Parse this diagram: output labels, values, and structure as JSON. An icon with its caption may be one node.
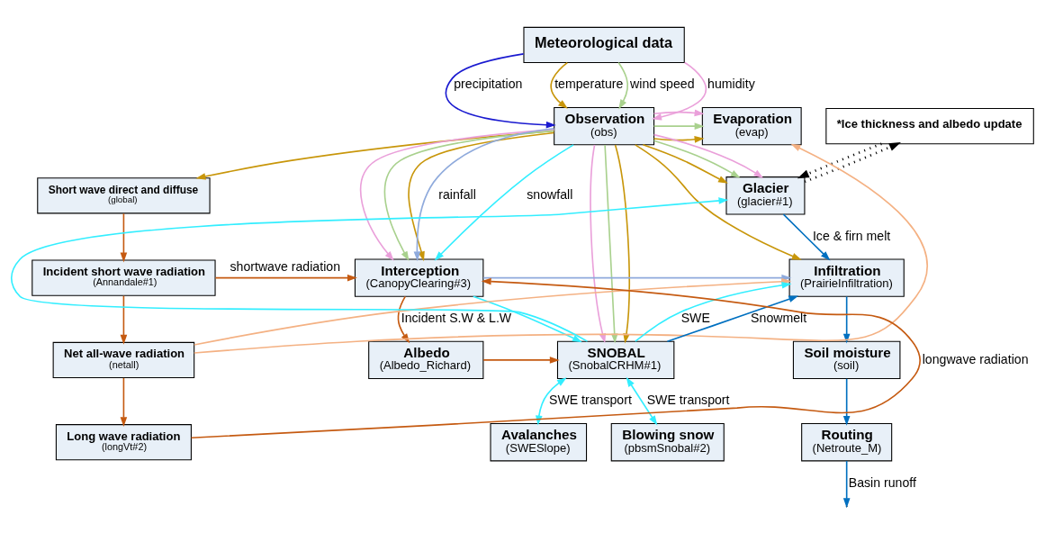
{
  "diagram": {
    "nodes": [
      {
        "text": [
          "Meteorological data"
        ]
      },
      {
        "text": [
          "Observation",
          "(obs)"
        ]
      },
      {
        "text": [
          "Evaporation",
          "(evap)"
        ]
      },
      {
        "text": [
          "*Ice thickness and albedo update"
        ]
      },
      {
        "text": [
          "Glacier",
          "(glacier#1)"
        ]
      },
      {
        "text": [
          "Short wave direct and diffuse",
          "(global)"
        ]
      },
      {
        "text": [
          "Incident short wave radiation",
          "(Annandale#1)"
        ]
      },
      {
        "text": [
          "Interception",
          "(CanopyClearing#3)"
        ]
      },
      {
        "text": [
          "Infiltration",
          "(PrairieInfiltration)"
        ]
      },
      {
        "text": [
          "Net all-wave radiation",
          "(netall)"
        ]
      },
      {
        "text": [
          "Albedo",
          "(Albedo_Richard)"
        ]
      },
      {
        "text": [
          "SNOBAL",
          "(SnobalCRHM#1)"
        ]
      },
      {
        "text": [
          "Soil moisture",
          "(soil)"
        ]
      },
      {
        "text": [
          "Long wave radiation",
          "(longVt#2)"
        ]
      },
      {
        "text": [
          "Avalanches",
          "(SWESlope)"
        ]
      },
      {
        "text": [
          "Blowing snow",
          "(pbsmSnobal#2)"
        ]
      },
      {
        "text": [
          "Routing",
          "(Netroute_M)"
        ]
      }
    ],
    "edges": [
      {
        "from": 0,
        "to": 1,
        "arrow": "to",
        "label": "precipitation",
        "color": "#1a1ad0"
      },
      {
        "from": 0,
        "to": 1,
        "arrow": "to",
        "label": "temperature",
        "color": "#c8960a"
      },
      {
        "from": 0,
        "to": 1,
        "arrow": "to",
        "label": "wind speed",
        "color": "#a9d18e"
      },
      {
        "from": 0,
        "to": 1,
        "arrow": "to",
        "label": "humidity",
        "color": "#eaa0da"
      },
      {
        "from": 1,
        "to": 5,
        "arrow": "to",
        "color": "#c8960a"
      },
      {
        "from": 1,
        "to": 7,
        "arrow": "to",
        "color": "#eaa0da"
      },
      {
        "from": 1,
        "to": 7,
        "arrow": "to",
        "color": "#a9d18e"
      },
      {
        "from": 1,
        "to": 7,
        "arrow": "to",
        "color": "#c8960a"
      },
      {
        "from": 1,
        "to": 7,
        "arrow": "to",
        "label": "rainfall",
        "color": "#8faadc"
      },
      {
        "from": 1,
        "to": 7,
        "arrow": "to",
        "label": "snowfall",
        "color": "#33eeff"
      },
      {
        "from": 1,
        "to": 2,
        "arrow": "to",
        "color": "#c8960a"
      },
      {
        "from": 1,
        "to": 2,
        "arrow": "to",
        "color": "#a9d18e"
      },
      {
        "from": 1,
        "to": 2,
        "arrow": "to",
        "color": "#eaa0da"
      },
      {
        "from": 1,
        "to": 4,
        "arrow": "to",
        "color": "#c8960a"
      },
      {
        "from": 1,
        "to": 4,
        "arrow": "to",
        "color": "#a9d18e"
      },
      {
        "from": 1,
        "to": 4,
        "arrow": "to",
        "color": "#eaa0da"
      },
      {
        "from": 1,
        "to": 11,
        "arrow": "to",
        "color": "#eaa0da"
      },
      {
        "from": 1,
        "to": 11,
        "arrow": "to",
        "color": "#a9d18e"
      },
      {
        "from": 1,
        "to": 11,
        "arrow": "to",
        "color": "#c8960a"
      },
      {
        "from": 1,
        "to": 8,
        "arrow": "to",
        "color": "#c8960a"
      },
      {
        "from": 9,
        "to": 2,
        "arrow": "to",
        "color": "#f4b183"
      },
      {
        "from": 9,
        "to": 8,
        "arrow": "to",
        "color": "#f4b183"
      },
      {
        "from": 5,
        "to": 6,
        "arrow": "to",
        "color": "#c55a11"
      },
      {
        "from": 6,
        "to": 9,
        "arrow": "to",
        "color": "#c55a11"
      },
      {
        "from": 9,
        "to": 13,
        "arrow": "to",
        "color": "#c55a11"
      },
      {
        "from": 6,
        "to": 7,
        "arrow": "to",
        "label": "shortwave radiation",
        "color": "#c55a11"
      },
      {
        "from": 13,
        "to": 7,
        "arrow": "to",
        "label": "longwave radiation",
        "color": "#c55a11"
      },
      {
        "from": 7,
        "to": 10,
        "arrow": "to",
        "label": "Incident S.W & L.W",
        "color": "#c55a11"
      },
      {
        "from": 7,
        "to": 8,
        "arrow": "to",
        "color": "#8faadc"
      },
      {
        "from": 7,
        "to": 11,
        "arrow": "to",
        "color": "#33eeff"
      },
      {
        "from": 10,
        "to": 11,
        "arrow": "to",
        "color": "#c55a11"
      },
      {
        "from": 11,
        "to": 8,
        "arrow": "to",
        "label": "SWE",
        "color": "#33eeff"
      },
      {
        "from": 11,
        "to": 4,
        "arrow": "to",
        "color": "#33eeff"
      },
      {
        "from": 11,
        "to": 8,
        "arrow": "to",
        "label": "Snowmelt",
        "color": "#0070c0"
      },
      {
        "from": 4,
        "to": 8,
        "arrow": "to",
        "label": "Ice & firn melt",
        "color": "#0070c0"
      },
      {
        "from": 4,
        "to": 3,
        "arrow": "to",
        "color": "#000000",
        "style": "dashed"
      },
      {
        "from": 3,
        "to": 4,
        "arrow": "to",
        "color": "#000000",
        "style": "dashed"
      },
      {
        "from": 11,
        "to": 14,
        "arrow": "both",
        "label": "SWE transport",
        "color": "#33eeff"
      },
      {
        "from": 11,
        "to": 15,
        "arrow": "both",
        "label": "SWE transport",
        "color": "#33eeff"
      },
      {
        "from": 8,
        "to": 12,
        "arrow": "to",
        "color": "#0070c0"
      },
      {
        "from": 12,
        "to": 16,
        "arrow": "to",
        "color": "#0070c0"
      },
      {
        "from": 16,
        "to": null,
        "arrow": "to",
        "label": "Basin runoff",
        "color": "#0070c0"
      }
    ]
  }
}
